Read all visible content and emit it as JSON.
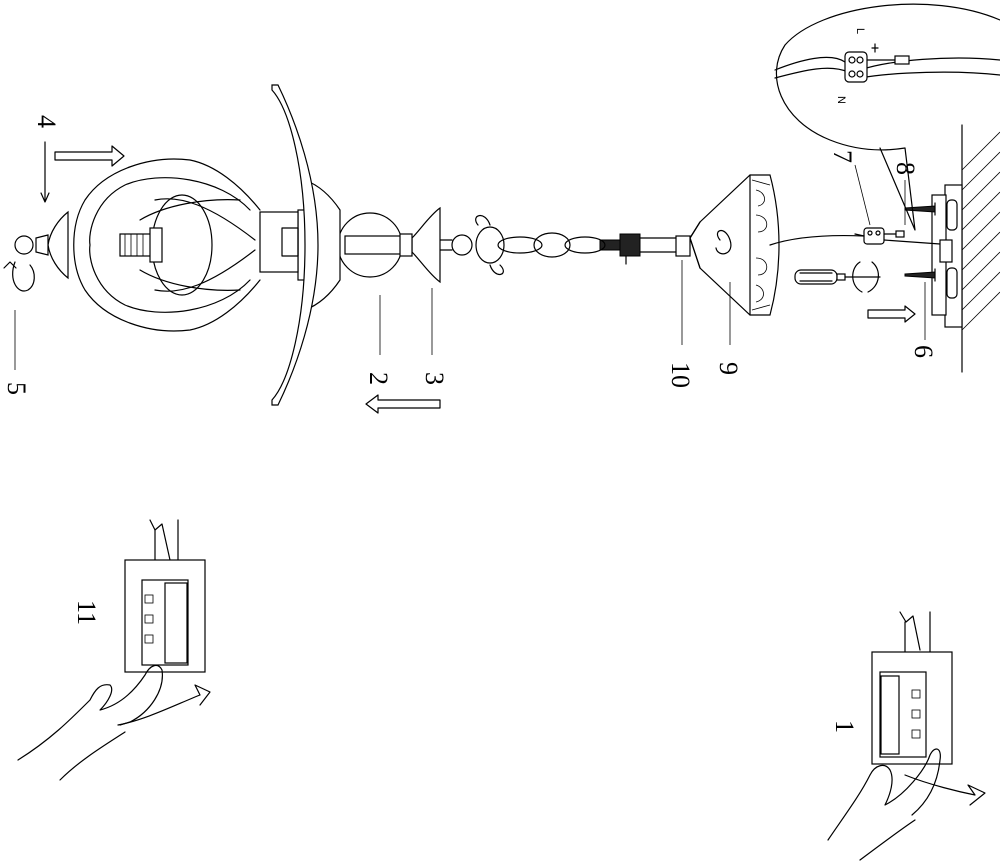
{
  "callouts": {
    "c1": "1",
    "c2": "2",
    "c3": "3",
    "c4": "4",
    "c5": "5",
    "c6": "6",
    "c7": "7",
    "c8": "8",
    "c9": "9",
    "c10": "10",
    "c11": "11"
  },
  "wiring": {
    "live": "L",
    "neutral": "N"
  }
}
